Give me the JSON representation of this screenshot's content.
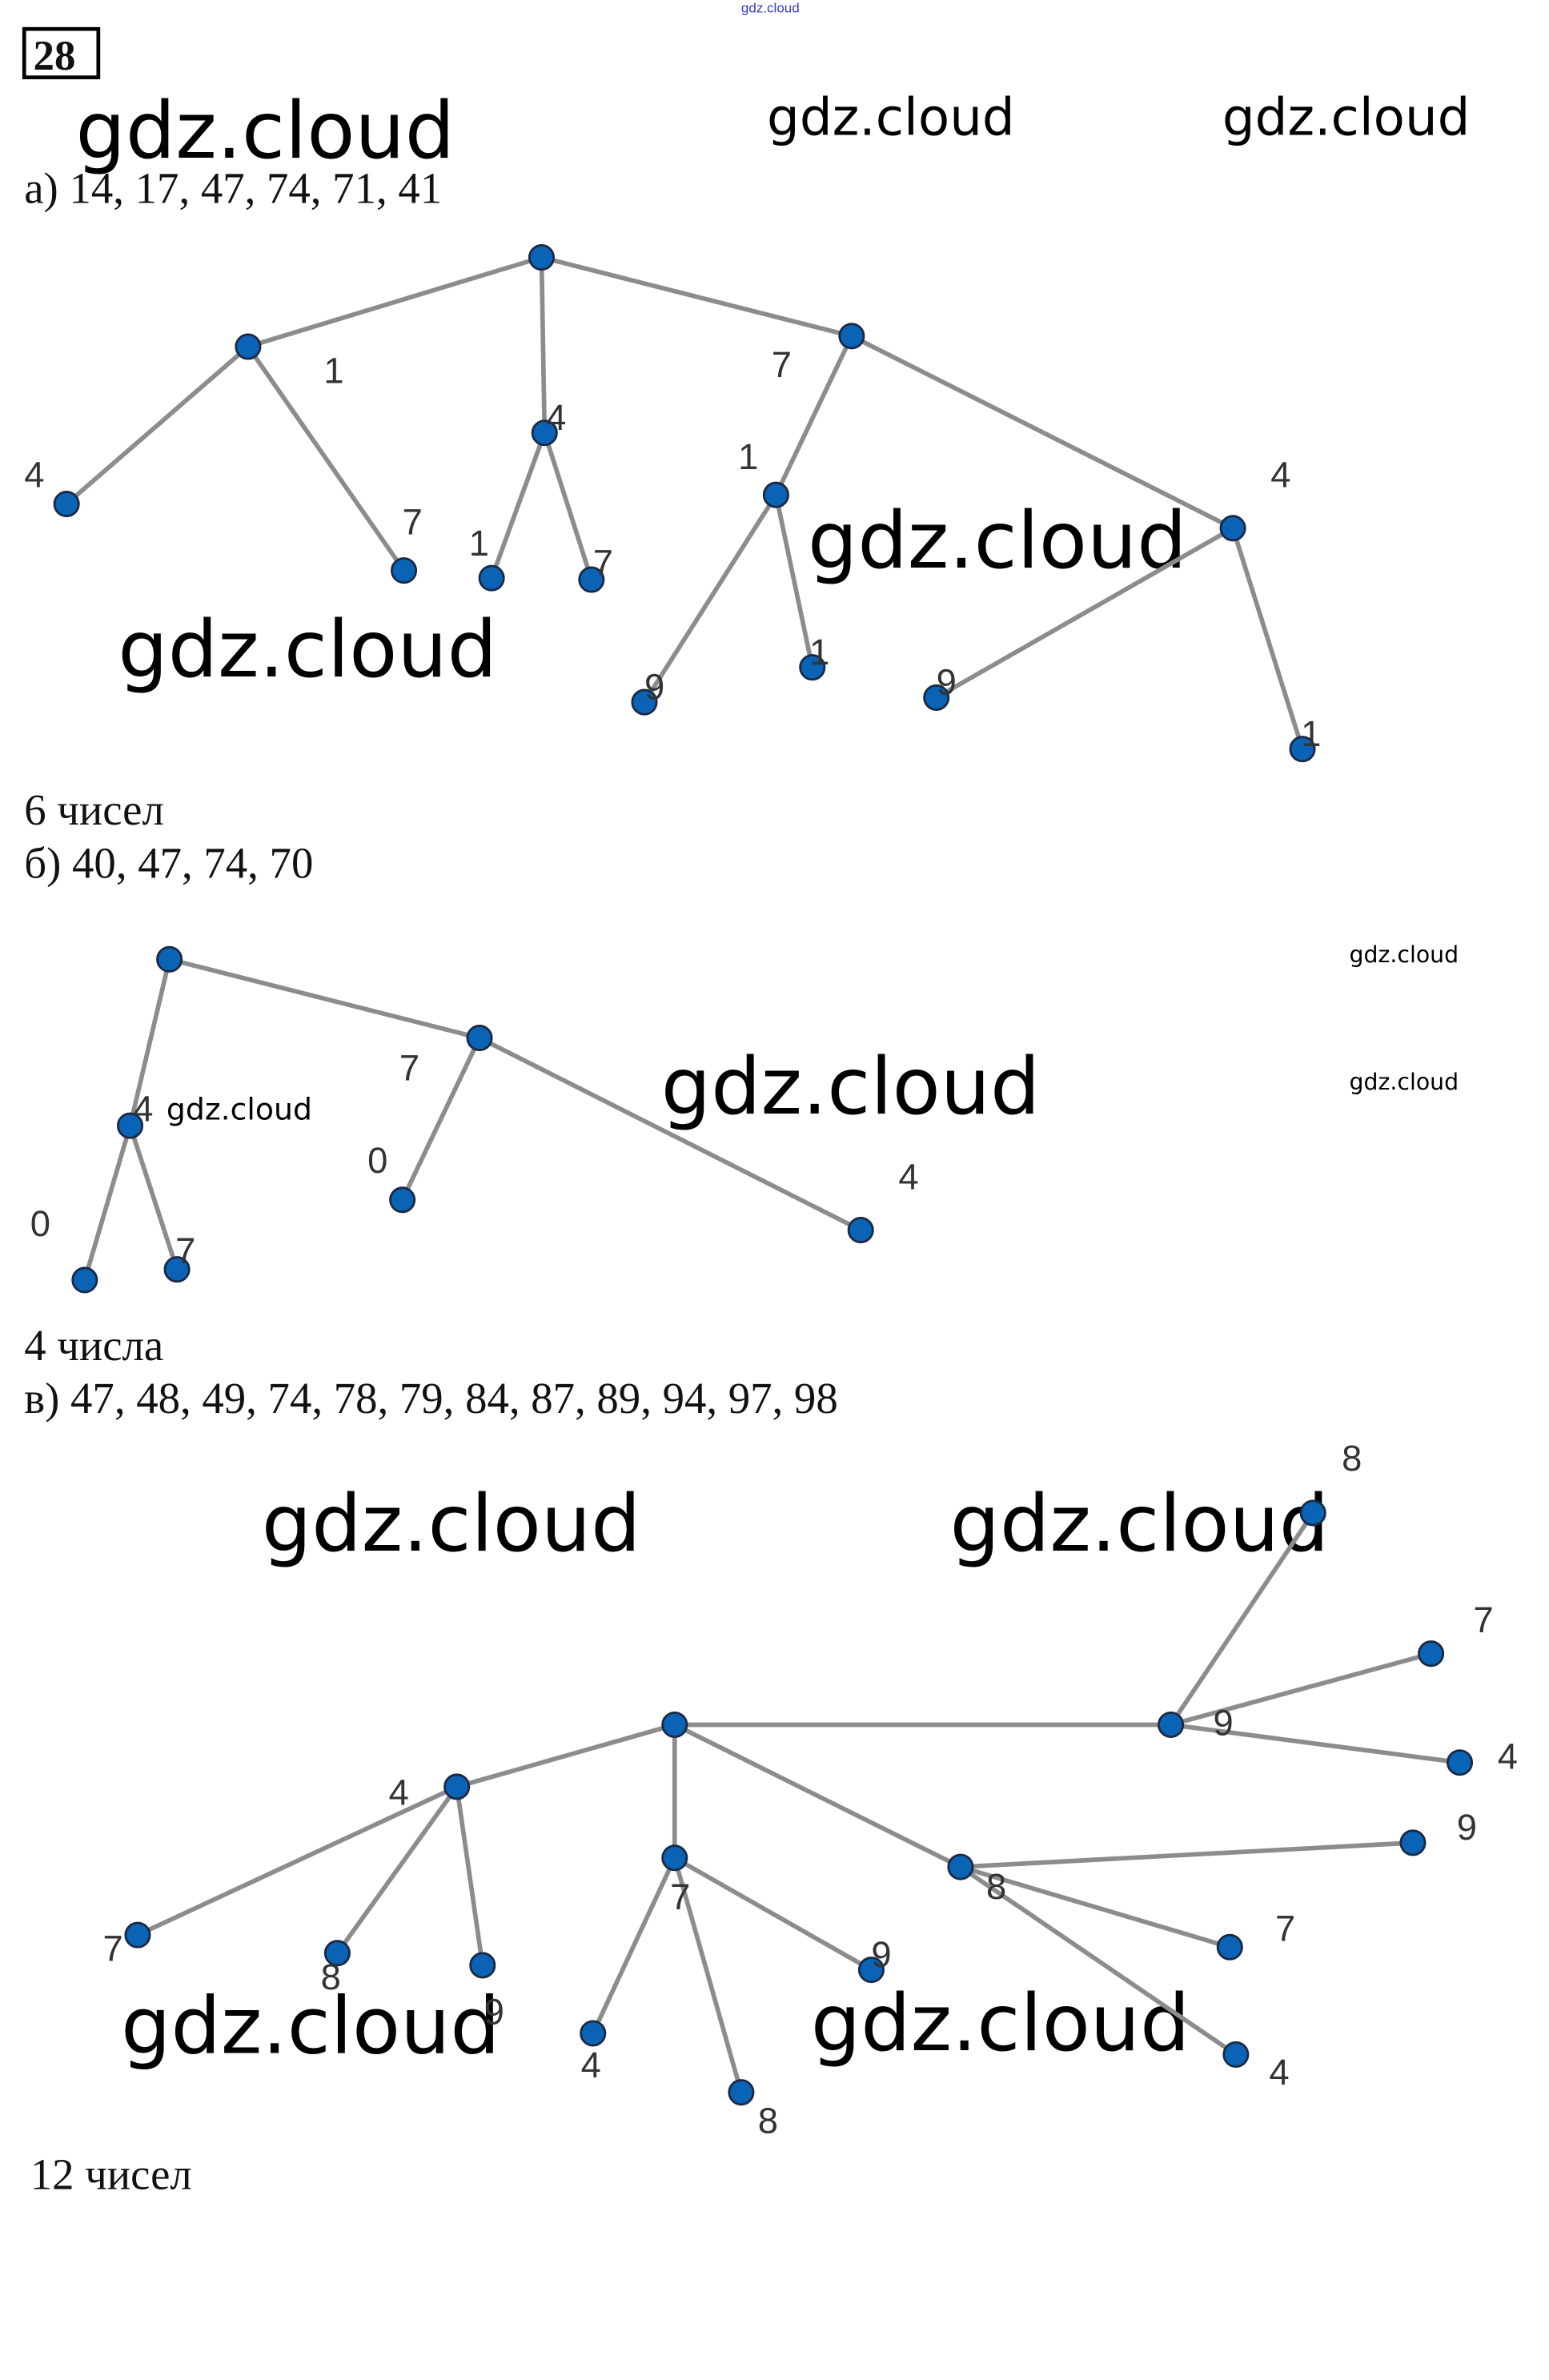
{
  "problem_number": "28",
  "top_watermark": "gdz.cloud",
  "watermarks": [
    "gdz.cloud",
    "gdz.cloud",
    "gdz.cloud",
    "gdz.cloud",
    "gdz.cloud",
    "gdz.cloud",
    "gdz.cloud",
    "gdz.cloud",
    "gdz.cloud",
    "gdz.cloud",
    "gdz.cloud",
    "gdz.cloud",
    "gdz.cloud"
  ],
  "parts": [
    {
      "heading": "а) 14, 17, 47, 74, 71, 41",
      "result": "6 чисел",
      "tree_labels": [
        "1",
        "4",
        "7",
        "4",
        "7",
        "1",
        "7",
        "1",
        "4",
        "9",
        "1",
        "9",
        "1"
      ]
    },
    {
      "heading": "б) 40, 47, 74, 70",
      "result": "4 числа",
      "tree_labels": [
        "4",
        "7",
        "0",
        "7",
        "0",
        "4"
      ]
    },
    {
      "heading": "в) 47, 48, 49, 74, 78, 79, 84, 87, 89, 94, 97, 98",
      "result": "12 чисел",
      "tree_labels": [
        "4",
        "7",
        "8",
        "9",
        "7",
        "8",
        "9",
        "4",
        "8",
        "9",
        "9",
        "7",
        "4",
        "8",
        "7",
        "4"
      ]
    }
  ],
  "colors": {
    "node": "#0b63b6",
    "edge": "#8c8c8c"
  }
}
